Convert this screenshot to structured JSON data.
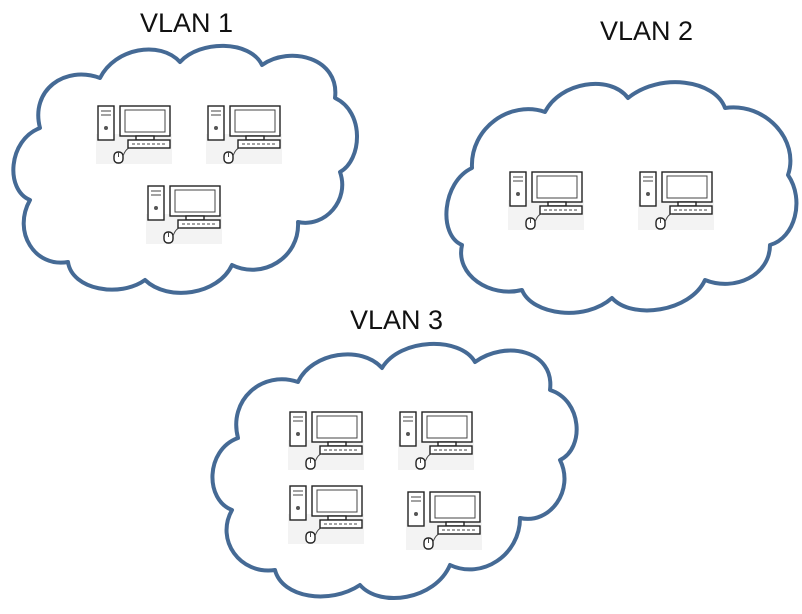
{
  "vlans": [
    {
      "label": "VLAN 1",
      "computers": [
        "pc-icon",
        "pc-icon",
        "pc-icon"
      ]
    },
    {
      "label": "VLAN 2",
      "computers": [
        "pc-icon",
        "pc-icon"
      ]
    },
    {
      "label": "VLAN 3",
      "computers": [
        "pc-icon",
        "pc-icon",
        "pc-icon",
        "pc-icon"
      ]
    }
  ],
  "colors": {
    "cloud_outline": "#456a95",
    "label_text": "#111111",
    "icon_line": "#222222"
  }
}
